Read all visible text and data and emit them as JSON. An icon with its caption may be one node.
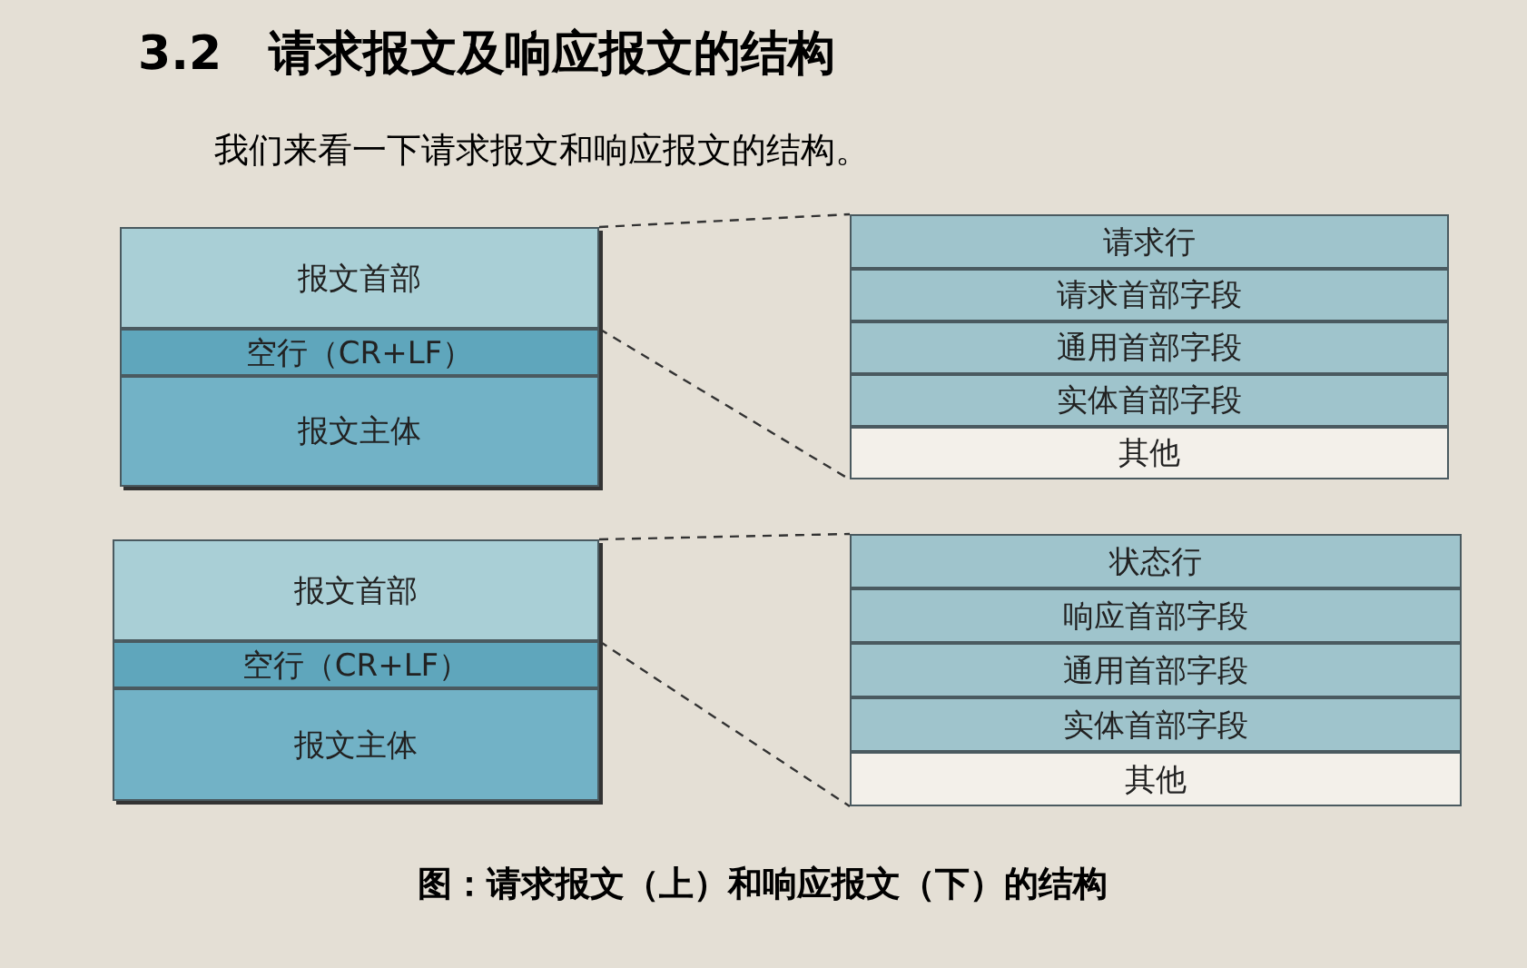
{
  "diagram": {
    "title": "3.2　请求报文及响应报文的结构",
    "nodes": [
      {
        "text": [
          "报文首部"
        ]
      },
      {
        "text": [
          "空行（CR+LF）"
        ]
      },
      {
        "text": [
          "报文主体"
        ]
      },
      {
        "text": [
          "请求行"
        ]
      },
      {
        "text": [
          "请求首部字段"
        ]
      },
      {
        "text": [
          "通用首部字段"
        ]
      },
      {
        "text": [
          "实体首部字段"
        ]
      },
      {
        "text": [
          "其他"
        ]
      },
      {
        "text": [
          "报文首部"
        ]
      },
      {
        "text": [
          "空行（CR+LF）"
        ]
      },
      {
        "text": [
          "报文主体"
        ]
      },
      {
        "text": [
          "状态行"
        ]
      },
      {
        "text": [
          "响应首部字段"
        ]
      },
      {
        "text": [
          "通用首部字段"
        ]
      },
      {
        "text": [
          "实体首部字段"
        ]
      },
      {
        "text": [
          "其他"
        ]
      }
    ],
    "edges": [
      {
        "from": 0,
        "to": 3,
        "arrow": "none",
        "style": "dashed"
      },
      {
        "from": 0,
        "to": 7,
        "arrow": "none",
        "style": "dashed"
      },
      {
        "from": 8,
        "to": 11,
        "arrow": "none",
        "style": "dashed"
      },
      {
        "from": 8,
        "to": 15,
        "arrow": "none",
        "style": "dashed"
      }
    ],
    "labels": [
      "我们来看一下请求报文和响应报文的结构。"
    ],
    "caption": "图：请求报文（上）和响应报文（下）的结构"
  }
}
